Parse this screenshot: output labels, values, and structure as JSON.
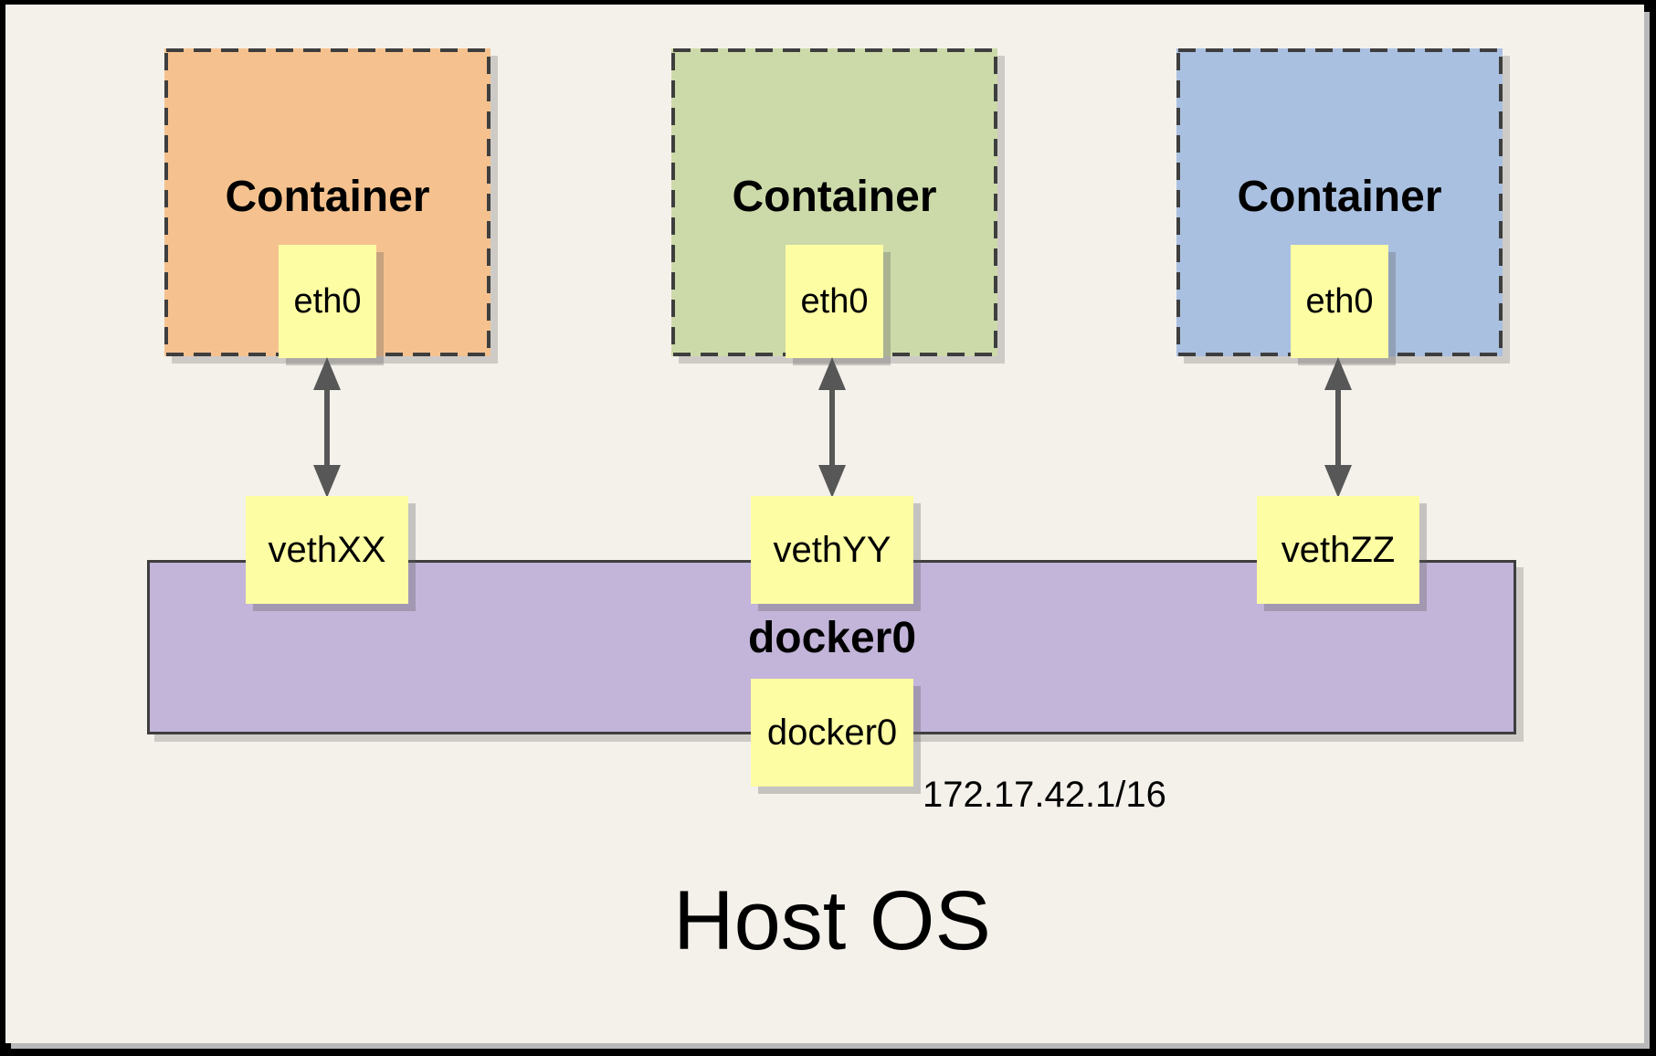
{
  "page": {
    "background": "#F4F1EB",
    "frame_color": "#000000",
    "shadow_color": "#B9B9B9"
  },
  "diagram": {
    "containers": [
      {
        "title": "Container",
        "interface_label": "eth0",
        "veth_label": "vethXX",
        "fill": "#F5C28F"
      },
      {
        "title": "Container",
        "interface_label": "eth0",
        "veth_label": "vethYY",
        "fill": "#CCDAA9"
      },
      {
        "title": "Container",
        "interface_label": "eth0",
        "veth_label": "vethZZ",
        "fill": "#AAC0E0"
      }
    ],
    "bridge": {
      "name": "docker0",
      "interface_label": "docker0",
      "ip": "172.17.42.1/16",
      "fill": "#C3B4D9"
    },
    "host_label": "Host OS",
    "note_fill": "#FDFDA4",
    "line_color": "#3E3E3E",
    "arrow_color": "#575757"
  }
}
